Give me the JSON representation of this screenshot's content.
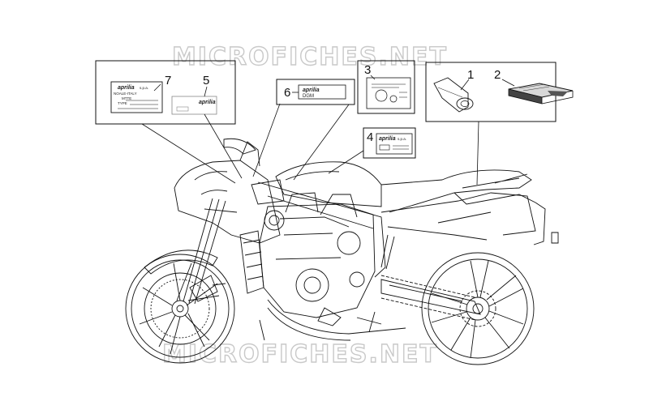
{
  "watermark": {
    "text": "MICROFICHES.NET"
  },
  "callouts": [
    {
      "id": "1",
      "label": "1"
    },
    {
      "id": "2",
      "label": "2"
    },
    {
      "id": "3",
      "label": "3"
    },
    {
      "id": "4",
      "label": "4"
    },
    {
      "id": "5",
      "label": "5"
    },
    {
      "id": "6",
      "label": "6"
    },
    {
      "id": "7",
      "label": "7"
    }
  ],
  "plates": {
    "plate7": {
      "brand": "aprilia",
      "brand_suffix": "s.p.a.",
      "line1": "NOALE-ITALY",
      "line2": "MTTE",
      "line3": "TYPE"
    },
    "label5": {
      "brand": "aprilia"
    },
    "label6": {
      "brand": "aprilia",
      "model": "DGM"
    },
    "label4": {
      "brand": "aprilia",
      "brand_suffix": "s.p.a."
    }
  },
  "colors": {
    "line": "#111111",
    "watermark": "#c9c9c9",
    "background": "#ffffff"
  }
}
